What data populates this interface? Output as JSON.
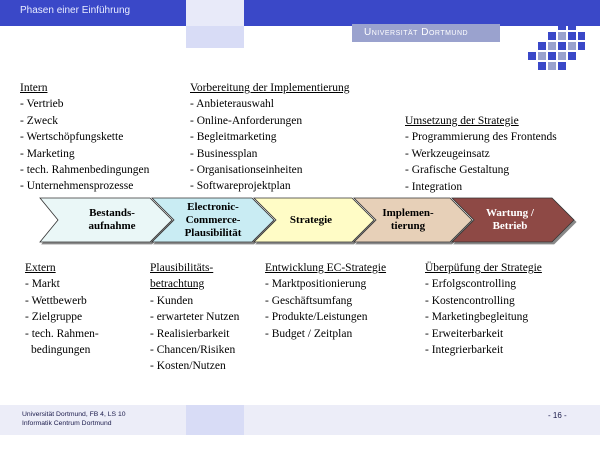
{
  "header": {
    "title": "Phasen einer Einführung",
    "university": "Universität Dortmund"
  },
  "top_blocks": [
    {
      "title": "Intern",
      "items": [
        "- Vertrieb",
        "- Zweck",
        "- Wertschöpfungskette",
        "- Marketing",
        "- tech. Rahmenbedingungen",
        "- Unternehmensprozesse"
      ]
    },
    {
      "title": "Vorbereitung der Implementierung",
      "items": [
        "- Anbieterauswahl",
        "- Online-Anforderungen",
        "- Begleitmarketing",
        "- Businessplan",
        "- Organisationseinheiten",
        "- Softwareprojektplan"
      ]
    },
    {
      "title": "Umsetzung der Strategie",
      "items": [
        "- Programmierung des Frontends",
        "- Werkzeugeinsatz",
        "- Grafische Gestaltung",
        "- Integration"
      ]
    }
  ],
  "phases": [
    {
      "label_1": "Bestands-",
      "label_2": "aufnahme",
      "label_3": "",
      "fill": "#eaf7f7",
      "text_color": "#000000"
    },
    {
      "label_1": "Electronic-",
      "label_2": "Commerce-",
      "label_3": "Plausibilität",
      "fill": "#c9ecf3",
      "text_color": "#000000"
    },
    {
      "label_1": "Strategie",
      "label_2": "",
      "label_3": "",
      "fill": "#fffcc6",
      "text_color": "#000000"
    },
    {
      "label_1": "Implemen-",
      "label_2": "tierung",
      "label_3": "",
      "fill": "#e7d0b8",
      "text_color": "#000000"
    },
    {
      "label_1": "Wartung /",
      "label_2": "Betrieb",
      "label_3": "",
      "fill": "#8e4a44",
      "text_color": "#ffffff"
    }
  ],
  "bottom_blocks": [
    {
      "title": "Extern",
      "items": [
        "- Markt",
        "- Wettbewerb",
        "- Zielgruppe",
        "- tech. Rahmen-",
        "  bedingungen"
      ]
    },
    {
      "title_1": "Plausibilitäts-",
      "title_2": "betrachtung",
      "items": [
        "- Kunden",
        "- erwarteter Nutzen",
        "- Realisierbarkeit",
        "- Chancen/Risiken",
        "- Kosten/Nutzen"
      ]
    },
    {
      "title": "Entwicklung EC-Strategie",
      "items": [
        "- Marktpositionierung",
        "- Geschäftsumfang",
        "- Produkte/Leistungen",
        "- Budget / Zeitplan"
      ]
    },
    {
      "title": "Überpüfung der Strategie",
      "items": [
        "- Erfolgscontrolling",
        "- Kostencontrolling",
        "- Marketingbegleitung",
        "- Erweiterbarkeit",
        "- Integrierbarkeit"
      ]
    }
  ],
  "footer": {
    "line1": "Universität Dortmund, FB 4, LS 10",
    "line2": "Informatik Centrum Dortmund",
    "page": "- 16 -"
  }
}
